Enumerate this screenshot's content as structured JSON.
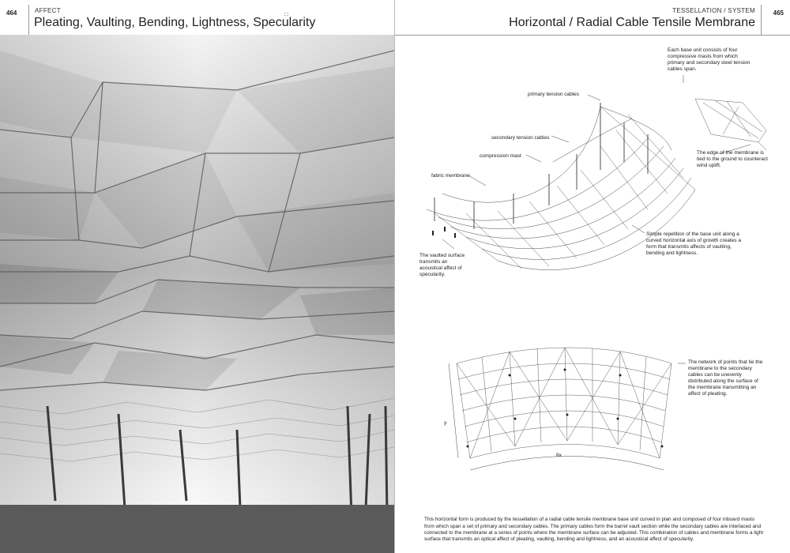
{
  "left_page": {
    "page_number": "464",
    "section": "AFFECT",
    "title": "Pleating, Vaulting, Bending, Lightness, Specularity"
  },
  "right_page": {
    "page_number": "465",
    "section": "TESSELLATION / SYSTEM",
    "title": "Horizontal / Radial Cable Tensile Membrane"
  },
  "annotations": {
    "base_unit": "Each base unit consists of four compressive masts from which primary and secondary steel tension cables span.",
    "primary_cables": "primary tension cables",
    "secondary_cables": "secondary tension cables",
    "compression_mast": "compression mast",
    "fabric_membrane": "fabric membrane",
    "edge_tied": "The edge of the membrane is tied to the ground to counteract wind uplift.",
    "repetition": "Simple repetition of the base unit along a curved horizontal axis of growth creates a form that transmits affects of vaulting, bending and lightness.",
    "vaulted_surface": "The vaulted surface transmits an acoustical affect of specularity.",
    "network_points": "The network of points that tie the membrane to the secondary cables can be unevenly distributed along the surface of the membrane transmitting an affect of pleating.",
    "dim_y": "y",
    "dim_8x": "8x"
  },
  "caption": "This horizontal form is produced by the tessellation of a radial cable tensile membrane base unit curved in plan and composed of four inboard masts from which span a set of primary and secondary cables. The primary cables form the barrel vault section while the secondary cables are interlaced and connected to the membrane at a series of points where the membrane surface can be adjusted. This combination of cables and membrane forms a light surface that transmits an optical affect of pleating, vaulting, bending and lightness, and an acoustical affect of specularity.",
  "colors": {
    "rule": "#999999",
    "text": "#222222",
    "photo_dark": "#5a5a5a",
    "photo_light": "#f2f2f2"
  }
}
